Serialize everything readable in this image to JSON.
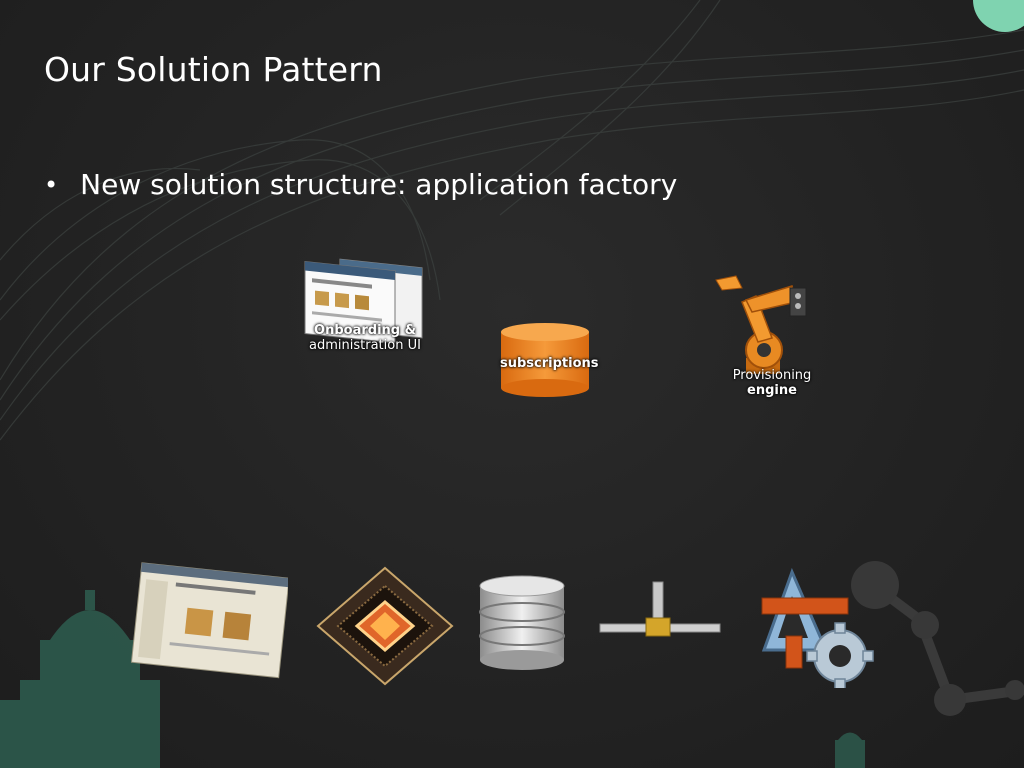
{
  "slide": {
    "title": "Our Solution Pattern",
    "bullet": "New solution structure: application factory"
  },
  "diagram": {
    "onboarding": {
      "label_line1": "Onboarding &",
      "label_line2": "administration UI"
    },
    "subscriptions": {
      "label": "subscriptions"
    },
    "provisioning": {
      "label_line1": "Provisioning",
      "label_line2": "engine"
    }
  },
  "icons": [
    "web-page-icon",
    "processor-chip-icon",
    "database-icon",
    "pipe-connector-icon",
    "component-gear-icon"
  ],
  "colors": {
    "background": "#222222",
    "accent_teal": "#7fd3b0",
    "cylinder_orange": "#f07c1a",
    "robot_orange": "#e88a22"
  }
}
